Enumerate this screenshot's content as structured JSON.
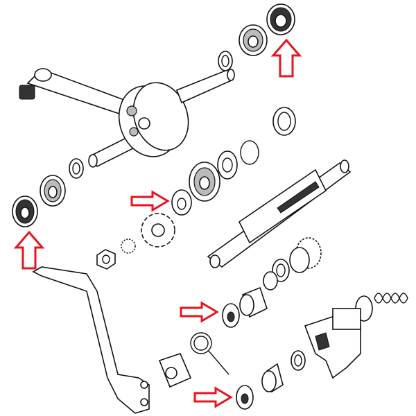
{
  "diagram": {
    "colors": {
      "line": "#111111",
      "background": "#ffffff",
      "highlight_arrow": "#e8141b"
    },
    "highlight_arrows": [
      {
        "direction": "up",
        "target": "bearing-top-right"
      },
      {
        "direction": "right",
        "target": "bearing-center"
      },
      {
        "direction": "up",
        "target": "bearing-left"
      },
      {
        "direction": "right",
        "target": "kickstart-shaft-bushing-upper"
      },
      {
        "direction": "right",
        "target": "kickstart-shaft-bushing-lower"
      }
    ]
  }
}
